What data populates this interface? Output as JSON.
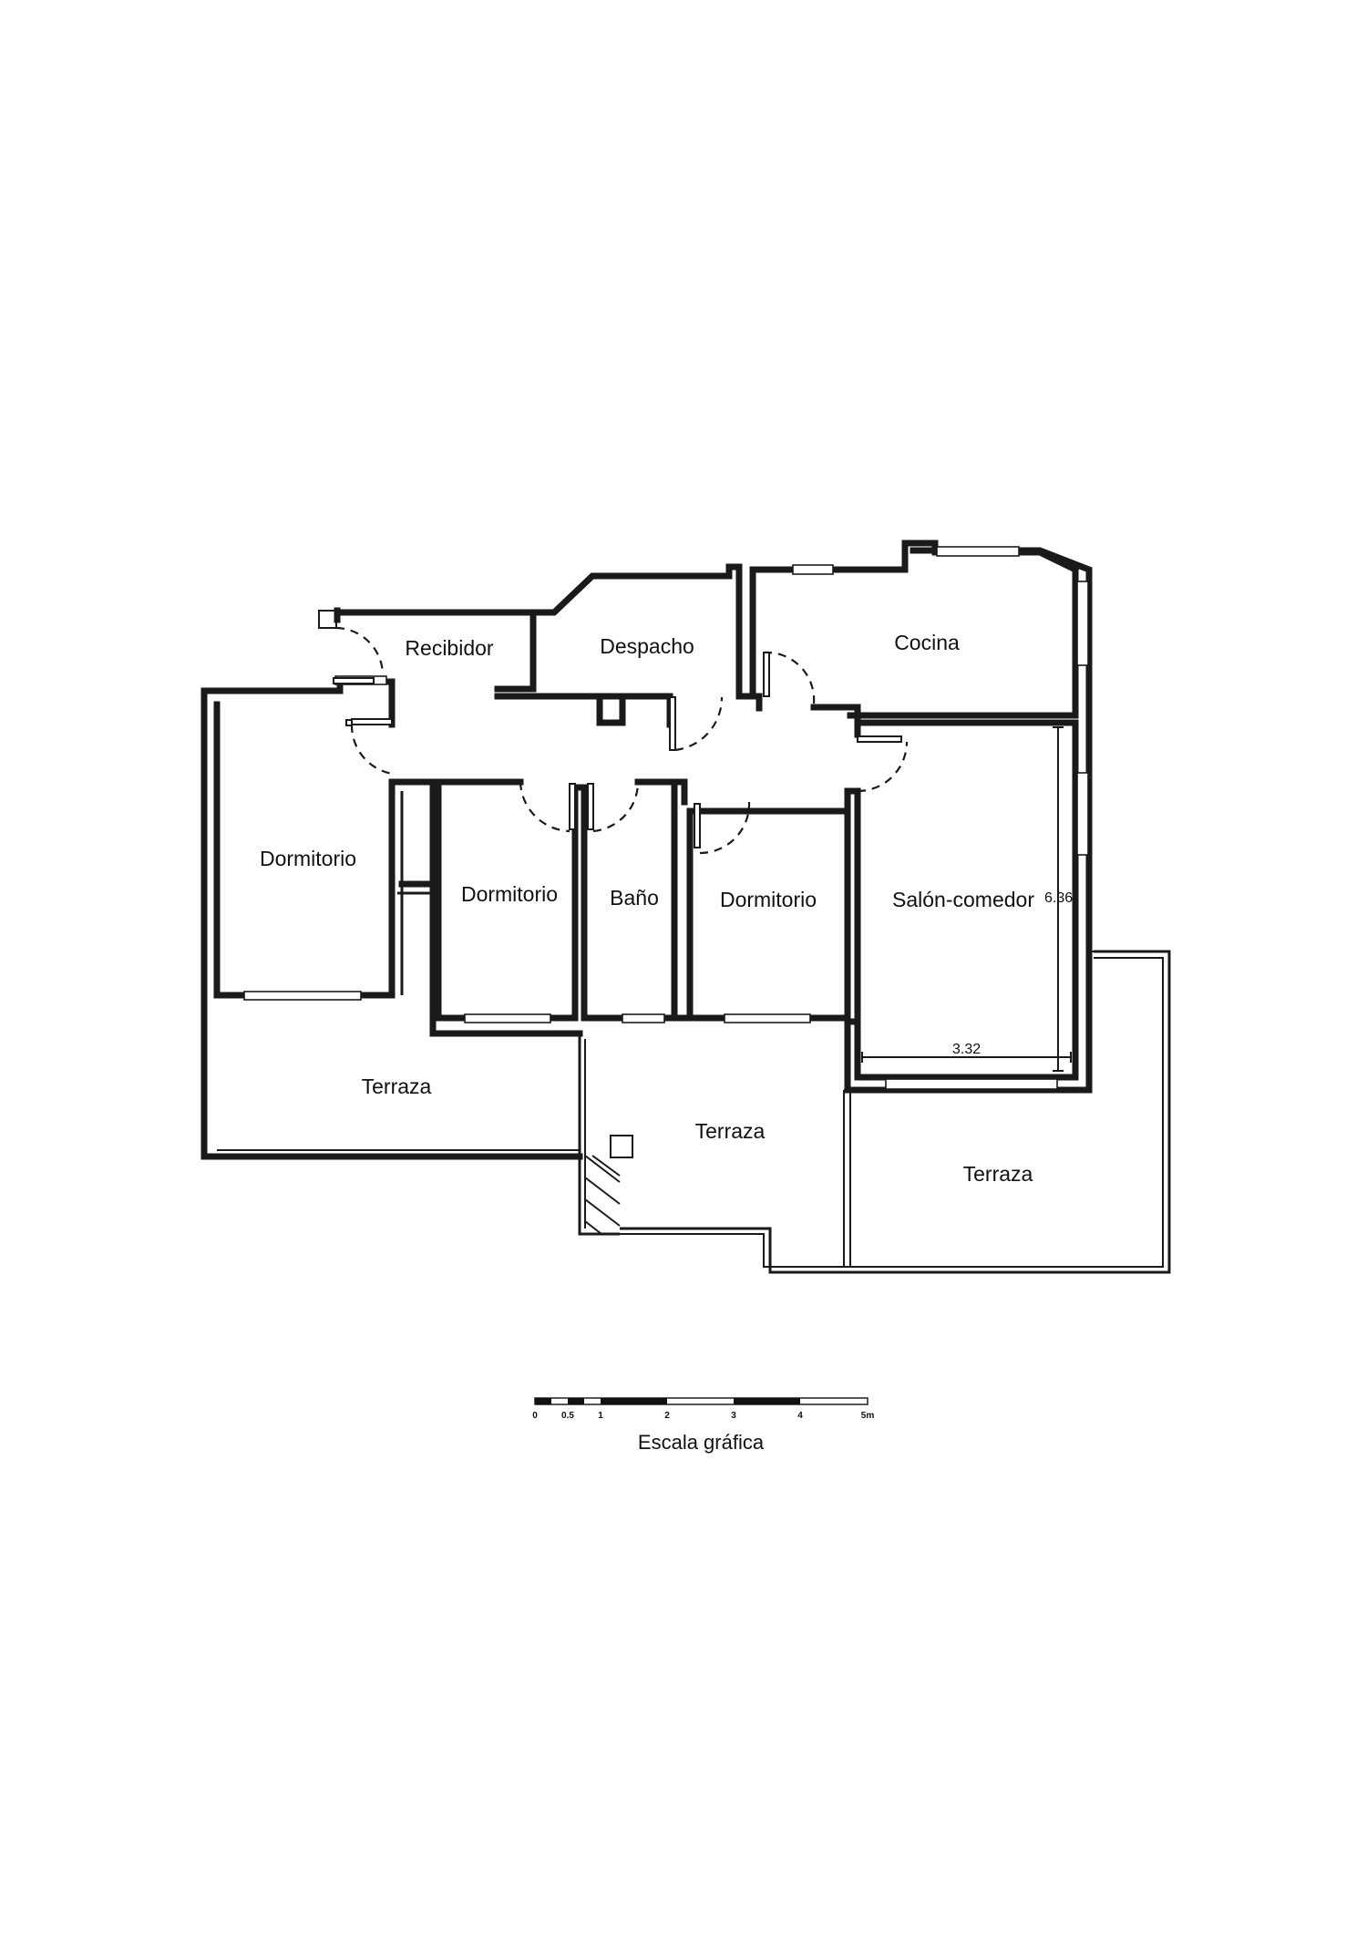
{
  "rooms": {
    "recibidor": "Recibidor",
    "despacho": "Despacho",
    "cocina": "Cocina",
    "dormitorio_1": "Dormitorio",
    "dormitorio_2": "Dormitorio",
    "bano": "Baño",
    "dormitorio_3": "Dormitorio",
    "salon_comedor": "Salón-comedor",
    "terraza_1": "Terraza",
    "terraza_2": "Terraza",
    "terraza_3": "Terraza"
  },
  "dimensions": {
    "salon_width": "3.32",
    "salon_height": "6.36"
  },
  "scale_bar": {
    "ticks": [
      "0",
      "0.5",
      "1",
      "2",
      "3",
      "4",
      "5m"
    ],
    "title": "Escala gráfica"
  }
}
